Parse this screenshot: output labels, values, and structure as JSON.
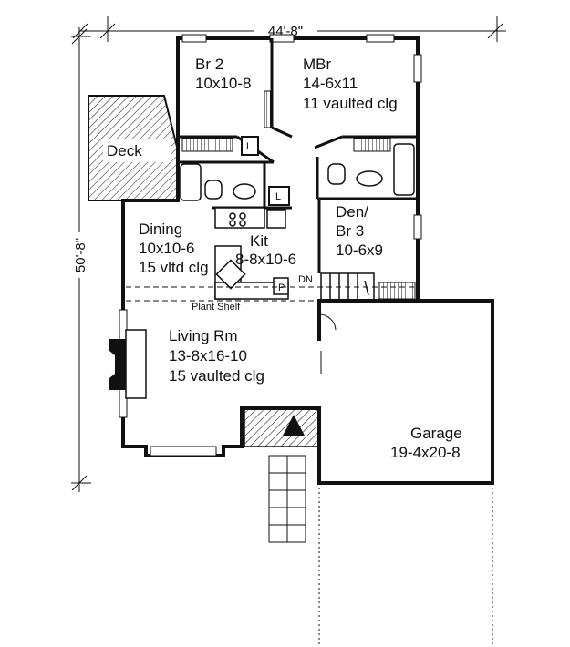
{
  "dimensions": {
    "width": "44'-8\"",
    "depth": "50'-8\""
  },
  "rooms": {
    "br2": {
      "name": "Br 2",
      "size": "10x10-8"
    },
    "mbr": {
      "name": "MBr",
      "size": "14-6x11",
      "note": "11 vaulted clg"
    },
    "deck": {
      "name": "Deck"
    },
    "dining": {
      "name": "Dining",
      "size": "10x10-6",
      "note": "15 vltd clg"
    },
    "kit": {
      "name": "Kit",
      "size": "8-8x10-6"
    },
    "den": {
      "name": "Den/",
      "name2": "Br 3",
      "size": "10-6x9"
    },
    "living": {
      "name": "Living Rm",
      "size": "13-8x16-10",
      "note": "15 vaulted clg"
    },
    "garage": {
      "name": "Garage",
      "size": "19-4x20-8"
    }
  },
  "labels": {
    "plant_shelf": "Plant Shelf",
    "stair_down": "DN",
    "linen": "L",
    "pantry": "P"
  }
}
